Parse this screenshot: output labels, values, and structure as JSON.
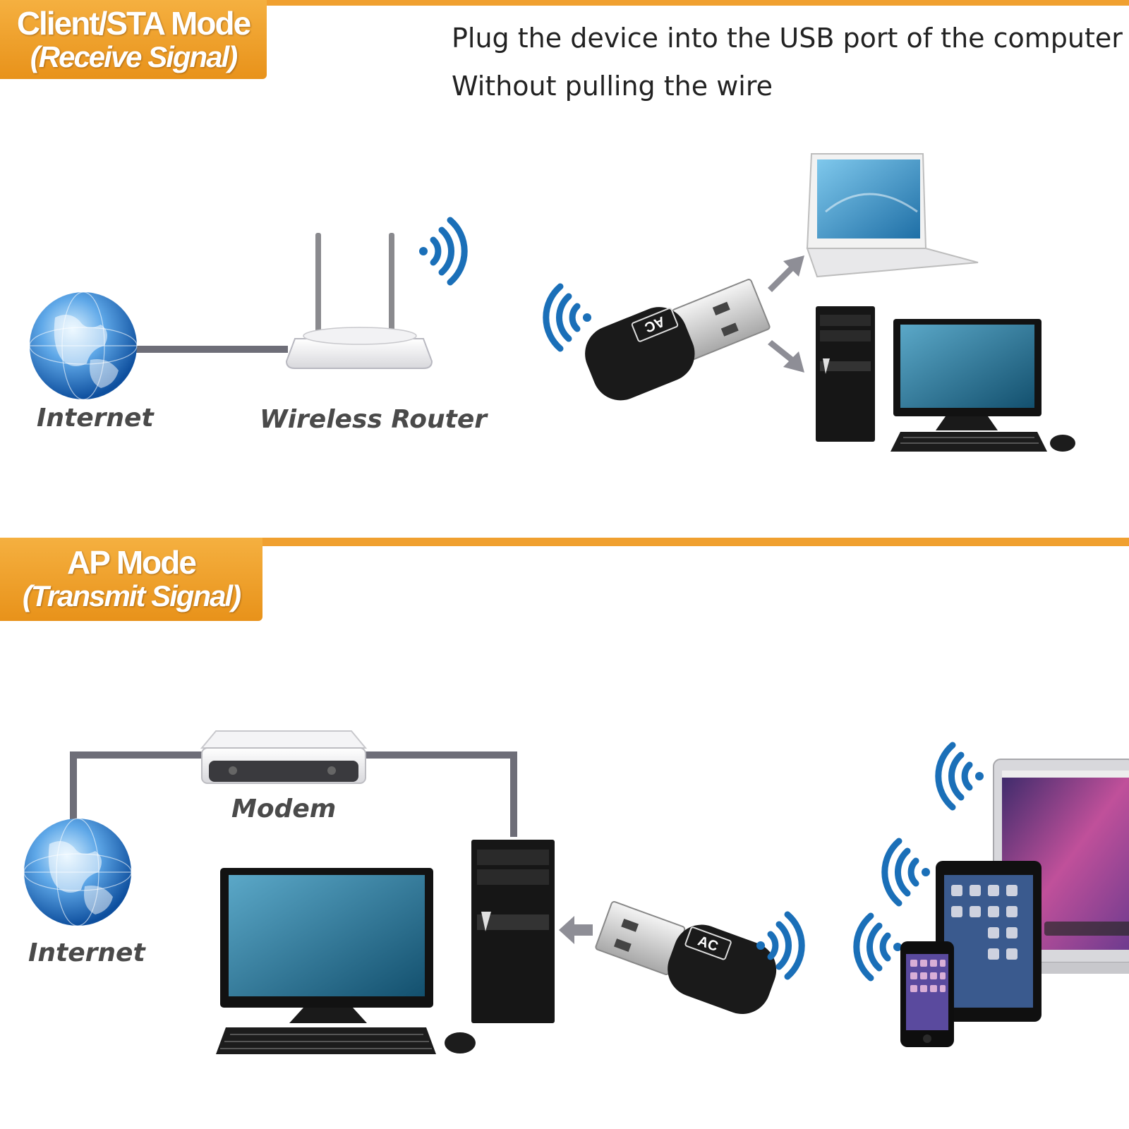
{
  "colors": {
    "accent_orange": "#F0A030",
    "wifi_blue": "#1A6FB8",
    "cable_gray": "#6E6E78",
    "label_gray": "#4A4A4A"
  },
  "client_mode": {
    "badge_line1": "Client/STA Mode",
    "badge_line2": "(Receive Signal)",
    "instruction_line1": "Plug the device into the USB port of the computer",
    "instruction_line2": "Without pulling the wire",
    "labels": {
      "internet": "Internet",
      "router": "Wireless Router"
    },
    "dongle_text": "AC"
  },
  "ap_mode": {
    "badge_line1": "AP Mode",
    "badge_line2": "(Transmit Signal)",
    "labels": {
      "modem": "Modem",
      "internet": "Internet"
    },
    "dongle_text": "AC"
  },
  "icons": [
    "globe-icon",
    "router-icon",
    "wifi-signal-icon",
    "usb-dongle-icon",
    "laptop-icon",
    "desktop-tower-icon",
    "monitor-icon",
    "keyboard-icon",
    "mouse-icon",
    "modem-icon",
    "tablet-icon",
    "phone-icon",
    "arrow-icon"
  ]
}
